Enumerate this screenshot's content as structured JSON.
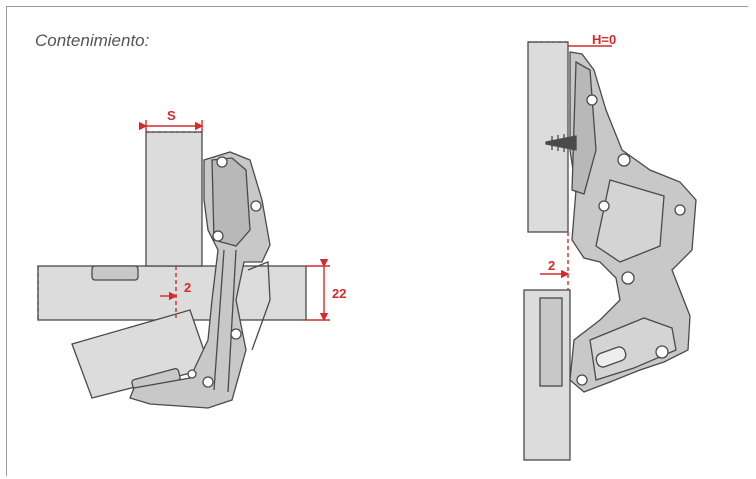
{
  "title": "Contenimiento:",
  "labels": {
    "s": "S",
    "gap_left": "2",
    "thickness": "22",
    "h": "H=0",
    "gap_right": "2"
  },
  "colors": {
    "dimension": "#d42a2a",
    "panel_fill": "#dcdcdc",
    "outline": "#4a4a4a",
    "metal": "#c8c8c8"
  }
}
